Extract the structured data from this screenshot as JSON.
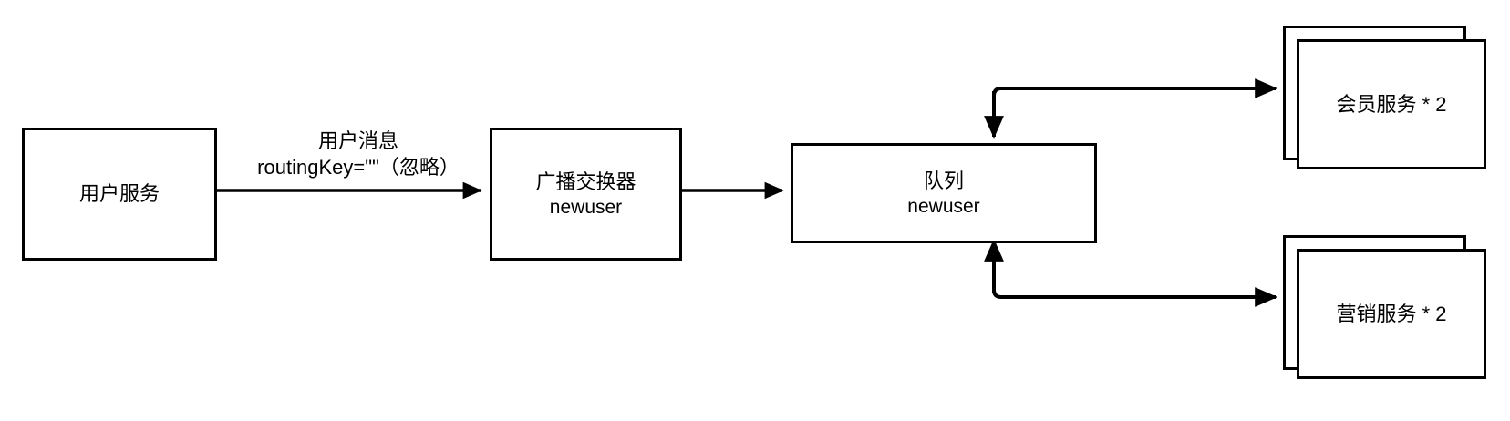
{
  "diagram": {
    "title": "RabbitMQ fanout exchange broadcast flow",
    "type": "flowchart",
    "background_color": "#ffffff",
    "stroke_color": "#000000",
    "text_color": "#000000",
    "nodes": [
      {
        "id": "user-service",
        "name": "user-service-node",
        "lines": [
          "用户服务"
        ],
        "shape": "rectangle",
        "stacked": false
      },
      {
        "id": "fanout-exchange",
        "name": "fanout-exchange-node",
        "lines": [
          "广播交换器",
          "newuser"
        ],
        "shape": "rectangle",
        "stacked": false
      },
      {
        "id": "queue",
        "name": "queue-node",
        "lines": [
          "队列",
          "newuser"
        ],
        "shape": "rectangle",
        "stacked": false
      },
      {
        "id": "member-service",
        "name": "member-service-node",
        "lines": [
          "会员服务 * 2"
        ],
        "shape": "rectangle",
        "stacked": true
      },
      {
        "id": "marketing-service",
        "name": "marketing-service-node",
        "lines": [
          "营销服务 * 2"
        ],
        "shape": "rectangle",
        "stacked": true
      }
    ],
    "edges": [
      {
        "id": "edge-user-to-exchange",
        "from": "user-service",
        "to": "fanout-exchange",
        "label_lines": [
          "用户消息",
          "routingKey=\"\"（忽略）"
        ],
        "arrow": "end"
      },
      {
        "id": "edge-exchange-to-queue",
        "from": "fanout-exchange",
        "to": "queue",
        "label_lines": [],
        "arrow": "end"
      },
      {
        "id": "edge-queue-to-member",
        "from": "queue",
        "to": "member-service",
        "label_lines": [],
        "arrow": "both"
      },
      {
        "id": "edge-queue-to-marketing",
        "from": "queue",
        "to": "marketing-service",
        "label_lines": [],
        "arrow": "both"
      }
    ]
  }
}
